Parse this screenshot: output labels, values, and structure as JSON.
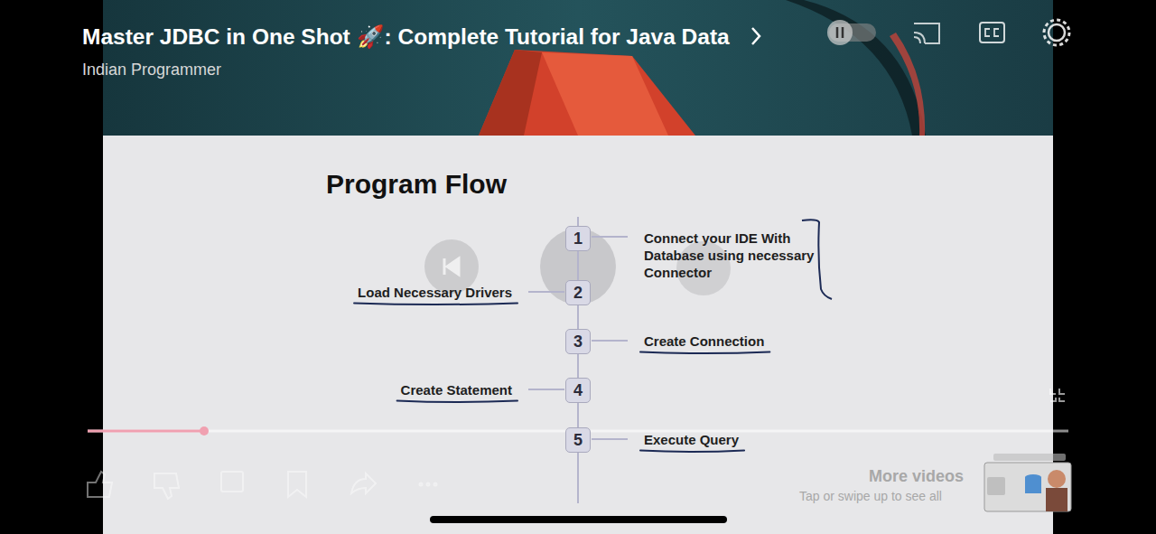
{
  "diagram": {
    "title": "Program Flow",
    "nodes": [
      {
        "text": [
          "1"
        ]
      },
      {
        "text": [
          "2"
        ]
      },
      {
        "text": [
          "3"
        ]
      },
      {
        "text": [
          "4"
        ]
      },
      {
        "text": [
          "5"
        ]
      }
    ],
    "edges": [
      {
        "from": 0,
        "to": 1,
        "arrow": "none"
      },
      {
        "from": 1,
        "to": 2,
        "arrow": "none"
      },
      {
        "from": 2,
        "to": 3,
        "arrow": "none"
      },
      {
        "from": 3,
        "to": 4,
        "arrow": "none"
      }
    ],
    "labels": [
      "Master JDBC in One Shot 🚀: Complete Tutorial for Java Data",
      "Indian Programmer",
      "Connect your IDE With Database using necessary Connector",
      "Load Necessary Drivers",
      "Create Connection",
      "Create Statement",
      "Execute Query",
      "More videos",
      "Tap or swipe up to see all"
    ]
  }
}
